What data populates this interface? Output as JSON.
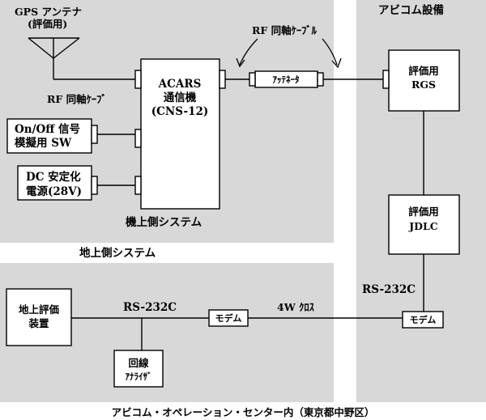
{
  "labels": {
    "gps_antenna": "GPS アンテナ",
    "gps_antenna_sub": "(評価用)",
    "rf_cable_left": "RF 同軸ｹｰﾌﾞ",
    "rf_cable_top": "RF 同軸ｹｰﾌﾞﾙ",
    "acars_l1": "ACARS",
    "acars_l2": "通信機",
    "acars_l3": "(CNS-12)",
    "attenuator": "ｱｯﾃﾈｰﾀ",
    "onoff_l1": "On/Off 信号",
    "onoff_l2": "模擬用 SW",
    "dc_l1": "DC 安定化",
    "dc_l2": "電源(28V)",
    "airborne_system": "機上側システム",
    "ground_system_top": "地上側システム",
    "avicom_facility": "アビコム設備",
    "rgs_l1": "評価用",
    "rgs_l2": "RGS",
    "jdlc_l1": "評価用",
    "jdlc_l2": "JDLC",
    "rs232c_right": "RS-232C",
    "rs232c_left": "RS-232C",
    "ground_eval_l1": "地上評価",
    "ground_eval_l2": "装置",
    "modem_left": "モデム",
    "modem_right": "モデム",
    "cross_4w": "4W ｸﾛｽ",
    "line_analyzer_l1": "回線",
    "line_analyzer_l2": "ｱﾅﾗｲｻﾞ",
    "bottom_caption": "アビコム・オペレーション・センター内（東京都中野区）"
  },
  "colors": {
    "zone_fill": "#d8d8d8",
    "line": "#000000",
    "box_fill": "#ffffff"
  }
}
